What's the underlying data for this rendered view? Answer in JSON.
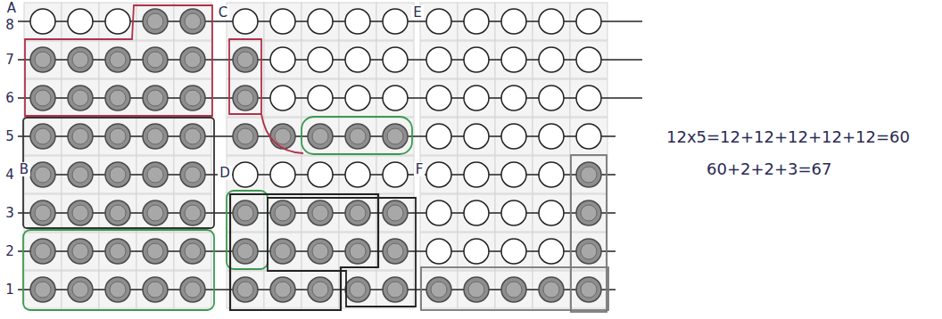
{
  "diagram": {
    "labels": [
      "A",
      "8",
      "7",
      "6",
      "5",
      "4",
      "B",
      "3",
      "2",
      "1",
      "C",
      "D",
      "E",
      "F",
      "12x5=12+12+12+12+12=60",
      "60+2+2+3=67"
    ]
  }
}
